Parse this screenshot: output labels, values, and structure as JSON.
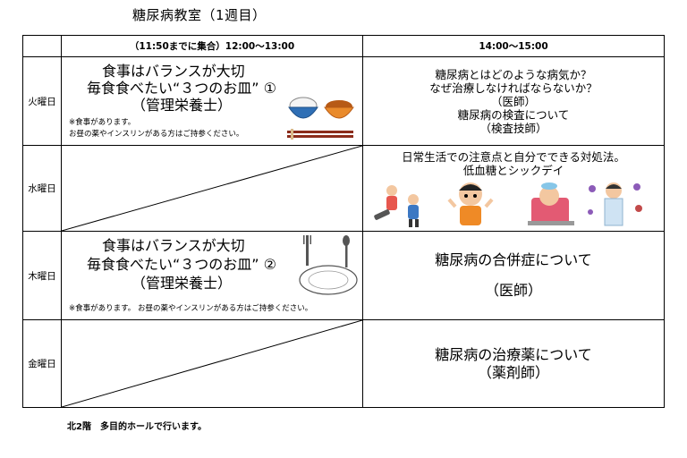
{
  "title": "糖尿病教室（1週目）",
  "header": {
    "col1": "（11:50までに集合）12:00～13:00",
    "col2": "14:00～15:00"
  },
  "rows": [
    {
      "day": "火曜日",
      "left": {
        "line1": "食事はバランスが大切",
        "line2": "毎食食べたい“３つのお皿” ①",
        "line3": "（管理栄養士）",
        "note1": "※食事があります。",
        "note2": "お昼の薬やインスリンがある方はご持参ください。",
        "icons": [
          "rice-bowl-icon",
          "soup-bowl-icon",
          "chopsticks-icon"
        ]
      },
      "right": {
        "line1": "糖尿病とはどのような病気か？",
        "line2": "なぜ治療しなければならないか？",
        "line3": "（医師）",
        "line4": "糖尿病の検査について",
        "line5": "（検査技師）"
      }
    },
    {
      "day": "水曜日",
      "right": {
        "line1": "日常生活での注意点と自分でできる対処法。",
        "line2": "低血糖とシックデイ",
        "icons": [
          "fainting-person-icon",
          "dizzy-person-icon",
          "sick-in-bed-icon",
          "doctor-virus-icon"
        ]
      }
    },
    {
      "day": "木曜日",
      "left": {
        "line1": "食事はバランスが大切",
        "line2": "毎食食べたい“３つのお皿” ②",
        "line3": "（管理栄養士）",
        "note1": "※食事があります。 お昼の薬やインスリンがある方はご持参ください。",
        "icons": [
          "plate-fork-spoon-icon"
        ]
      },
      "right": {
        "line1": "糖尿病の合併症について",
        "line2": "（医師）"
      }
    },
    {
      "day": "金曜日",
      "right": {
        "line1": "糖尿病の治療薬について",
        "line2": "（薬剤師）"
      }
    }
  ],
  "footer": "北2階　多目的ホールで行います。"
}
